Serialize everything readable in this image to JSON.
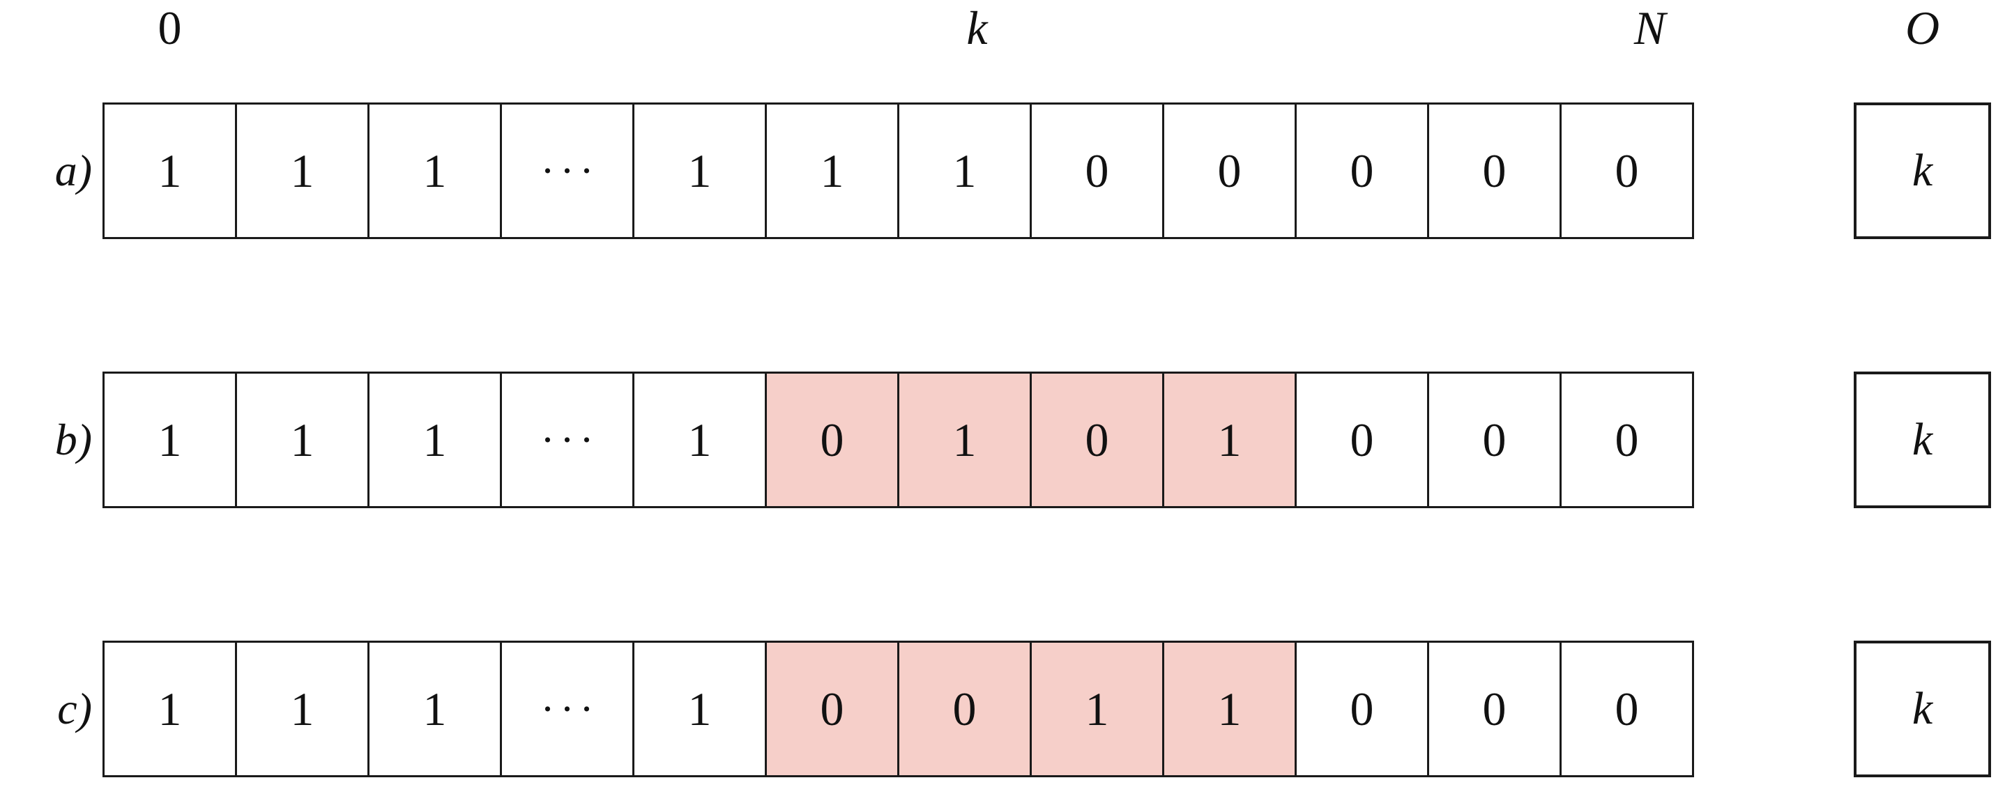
{
  "figure": {
    "top_labels": [
      {
        "text": "0",
        "above": "col-1",
        "italic": false
      },
      {
        "text": "k",
        "above": "col-7",
        "italic": true
      },
      {
        "text": "N",
        "above": "col-12",
        "italic": true
      },
      {
        "text": "O",
        "above": "output",
        "italic": true
      }
    ],
    "rows": [
      {
        "label": "a)",
        "cells": [
          "1",
          "1",
          "1",
          "···",
          "1",
          "1",
          "1",
          "0",
          "0",
          "0",
          "0",
          "0"
        ],
        "highlighted_cells": [],
        "output": "k"
      },
      {
        "label": "b)",
        "cells": [
          "1",
          "1",
          "1",
          "···",
          "1",
          "0",
          "1",
          "0",
          "1",
          "0",
          "0",
          "0"
        ],
        "highlighted_cells": [
          5,
          6,
          7,
          8
        ],
        "output": "k"
      },
      {
        "label": "c)",
        "cells": [
          "1",
          "1",
          "1",
          "···",
          "1",
          "0",
          "0",
          "1",
          "1",
          "0",
          "0",
          "0"
        ],
        "highlighted_cells": [
          5,
          6,
          7,
          8
        ],
        "output": "k"
      }
    ]
  },
  "colors": {
    "highlight": "#f6cfc9",
    "border": "#1a1a1a",
    "background": "#ffffff"
  }
}
